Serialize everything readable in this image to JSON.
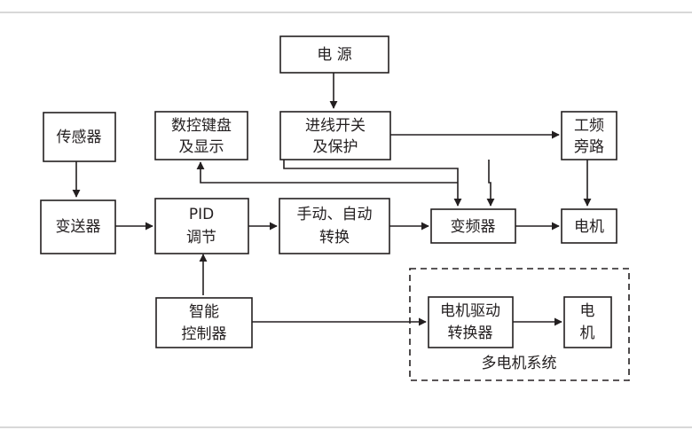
{
  "nodes": {
    "power": "电 源",
    "switch": [
      "进线开关",
      "及保护"
    ],
    "keyboard": [
      "数控键盘",
      "及显示"
    ],
    "sensor": "传感器",
    "bypass": [
      "工频",
      "旁路"
    ],
    "transmitter": "变送器",
    "pid": [
      "PID",
      "调节"
    ],
    "manual_auto": [
      "手动、自动",
      "转换"
    ],
    "inverter": "变频器",
    "motor": "电机",
    "controller": [
      "智能",
      "控制器"
    ],
    "motor_driver": [
      "电机驱动",
      "转换器"
    ],
    "motor2": [
      "电",
      "机"
    ]
  },
  "group_label": "多电机系统"
}
